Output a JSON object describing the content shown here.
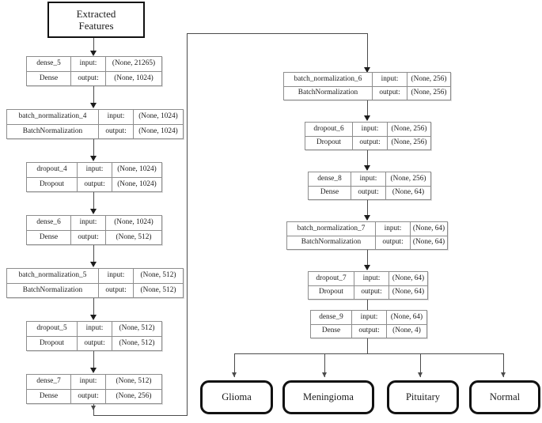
{
  "diagram": {
    "title": "Extracted Features",
    "source_box": {
      "line1": "Extracted",
      "line2": "Features"
    },
    "column_headers": {
      "input": "input:",
      "output": "output:"
    },
    "layers": [
      {
        "id": "dense_5",
        "name": "dense_5",
        "type": "Dense",
        "input": "(None, 21265)",
        "output": "(None, 1024)"
      },
      {
        "id": "batch_normalization_4",
        "name": "batch_normalization_4",
        "type": "BatchNormalization",
        "input": "(None, 1024)",
        "output": "(None, 1024)"
      },
      {
        "id": "dropout_4",
        "name": "dropout_4",
        "type": "Dropout",
        "input": "(None, 1024)",
        "output": "(None, 1024)"
      },
      {
        "id": "dense_6",
        "name": "dense_6",
        "type": "Dense",
        "input": "(None, 1024)",
        "output": "(None, 512)"
      },
      {
        "id": "batch_normalization_5",
        "name": "batch_normalization_5",
        "type": "BatchNormalization",
        "input": "(None, 512)",
        "output": "(None, 512)"
      },
      {
        "id": "dropout_5",
        "name": "dropout_5",
        "type": "Dropout",
        "input": "(None, 512)",
        "output": "(None, 512)"
      },
      {
        "id": "dense_7",
        "name": "dense_7",
        "type": "Dense",
        "input": "(None, 512)",
        "output": "(None, 256)"
      },
      {
        "id": "batch_normalization_6",
        "name": "batch_normalization_6",
        "type": "BatchNormalization",
        "input": "(None, 256)",
        "output": "(None, 256)"
      },
      {
        "id": "dropout_6",
        "name": "dropout_6",
        "type": "Dropout",
        "input": "(None, 256)",
        "output": "(None, 256)"
      },
      {
        "id": "dense_8",
        "name": "dense_8",
        "type": "Dense",
        "input": "(None, 256)",
        "output": "(None, 64)"
      },
      {
        "id": "batch_normalization_7",
        "name": "batch_normalization_7",
        "type": "BatchNormalization",
        "input": "(None, 64)",
        "output": "(None, 64)"
      },
      {
        "id": "dropout_7",
        "name": "dropout_7",
        "type": "Dropout",
        "input": "(None, 64)",
        "output": "(None, 64)"
      },
      {
        "id": "dense_9",
        "name": "dense_9",
        "type": "Dense",
        "input": "(None, 64)",
        "output": "(None, 4)"
      }
    ],
    "classes": [
      {
        "id": "glioma",
        "label": "Glioma"
      },
      {
        "id": "meningioma",
        "label": "Meningioma"
      },
      {
        "id": "pituitary",
        "label": "Pituitary"
      },
      {
        "id": "normal",
        "label": "Normal"
      }
    ],
    "colors": {
      "box_border": "#8d8d8d",
      "terminal_border": "#111111",
      "connector": "#4b4b4b",
      "background": "#ffffff",
      "text": "#1a1a1a"
    }
  }
}
